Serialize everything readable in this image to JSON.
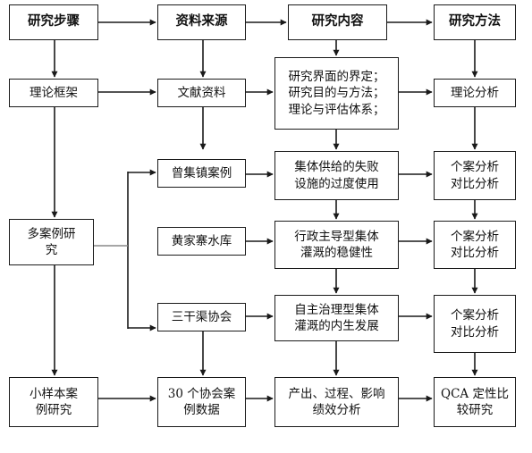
{
  "header": {
    "steps": "研究步骤",
    "sources": "资料来源",
    "content": "研究内容",
    "methods": "研究方法"
  },
  "rows": {
    "theory": {
      "step": "理论框架",
      "source": "文献资料",
      "content": [
        "研究界面的界定；",
        "研究目的与方法；",
        "理论与评估体系；"
      ],
      "method": "理论分析"
    },
    "multi_case": {
      "step": [
        "多案例研",
        "究"
      ],
      "case1": {
        "source": "曾集镇案例",
        "content": [
          "集体供给的失败",
          "设施的过度使用"
        ],
        "method": [
          "个案分析",
          "对比分析"
        ]
      },
      "case2": {
        "source": "黄家寨水库",
        "content": [
          "行政主导型集体",
          "灌溉的稳健性"
        ],
        "method": [
          "个案分析",
          "对比分析"
        ]
      },
      "case3": {
        "source": "三干渠协会",
        "content": [
          "自主治理型集体",
          "灌溉的内生发展"
        ],
        "method": [
          "个案分析",
          "对比分析"
        ]
      }
    },
    "small_sample": {
      "step": [
        "小样本案",
        "例研究"
      ],
      "source": [
        "30 个协会案",
        "例数据"
      ],
      "content": [
        "产出、过程、影响",
        "绩效分析"
      ],
      "method": [
        "QCA 定性比",
        "较研究"
      ]
    }
  },
  "colors": {
    "line": "#1a1a1a",
    "connector_gray": "#888888"
  }
}
